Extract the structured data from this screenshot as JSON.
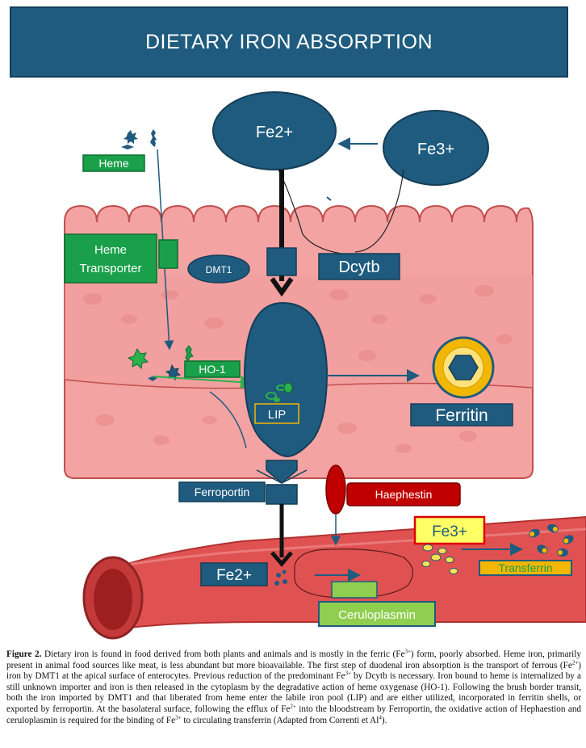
{
  "title": "DIETARY IRON ABSORPTION",
  "labels": {
    "fe2_top": "Fe2+",
    "fe3_top": "Fe3+",
    "heme": "Heme",
    "heme_transporter_line1": "Heme",
    "heme_transporter_line2": "Transporter",
    "dmt1": "DMT1",
    "dcytb": "Dcytb",
    "ho1": "HO-1",
    "lip": "LIP",
    "ferritin": "Ferritin",
    "ferroportin": "Ferroportin",
    "haephestin": "Haephestin",
    "fe3_blood": "Fe3+",
    "fe2_blood": "Fe2+",
    "transferrin": "Transferrin",
    "ceruloplasmin": "Ceruloplasmin"
  },
  "caption": {
    "lead": "Figure 2.",
    "p1": " Dietary iron is found in food derived from both plants and animals and is mostly in the ferric (Fe",
    "s1": "3+",
    "p2": ") form, poorly absorbed. Heme iron, primarily present in animal food sources like meat, is less abundant but more bioavailable. The first step of duodenal iron absorption is the transport of ferrous (Fe",
    "s2": "2+",
    "p3": ") iron by DMT1 at the apical surface of enterocytes. Previous reduction of the predominant Fe",
    "s3": "3+",
    "p4": " by Dcytb is necessary. Iron bound to heme is internalized by a still unknown importer and iron is then released in the cytoplasm by the degradative action of heme oxygenase (HO-1). Following the brush border transit, both the iron imported by DMT1 and that liberated from heme enter the labile iron pool (LIP) and are either utilized, incorporated in ferritin shells, or exported by ferroportin. At the basolateral surface, following the efflux of Fe",
    "s4": "2+",
    "p5": " into the bloodstream by Ferroportin, the oxidative action of Hephaestion and ceruloplasmin is required for the binding of Fe",
    "s5": "3+",
    "p6": " to circulating transferrin (Adapted from Correnti et Al",
    "s6": "4",
    "p7": ")."
  },
  "colors": {
    "banner": "#1f5b7e",
    "navy": "#1f5b7e",
    "cell": "#f4a3a3",
    "cell_outline": "#c0504d",
    "heme_green": "#1aa04a",
    "ferritin_gold": "#f2b705",
    "haephestin_red": "#c00000",
    "cerulo_green": "#8fce4f",
    "blood_vessel": "#e05252"
  }
}
